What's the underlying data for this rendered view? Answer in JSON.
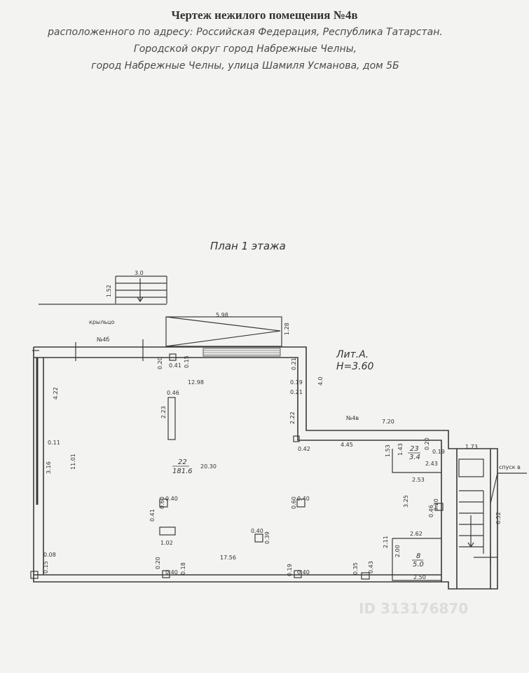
{
  "header": {
    "title": "Чертеж нежилого помещения №4в",
    "address_line1": "расположенного по адресу: Российская Федерация, Республика Татарстан.",
    "address_line2": "Городской округ город Набрежные Челны,",
    "address_line3": "город Набрежные Челны, улица Шамиля Усманова, дом 5Б"
  },
  "plan": {
    "title": "План 1 этажа",
    "lit": "Лит.А.",
    "height": "H=3.60",
    "porch": "крыльцо",
    "descent": "спуск в",
    "room_4b": "№4б",
    "room_4v": "№4в",
    "rooms": {
      "main_no": "22",
      "main_area": "181.6",
      "small_no": "23",
      "small_area": "3.4",
      "corner_no": "8",
      "corner_area": "5.0"
    },
    "dims": {
      "stair_w": "3.0",
      "stair_h": "1.52",
      "ramp_w": "5.98",
      "ramp_h": "1.28",
      "d_020a": "0.20",
      "d_041a": "0.41",
      "d_015": "0.15",
      "d_1298": "12.98",
      "d_021a": "0.21",
      "d_019a": "0.19",
      "d_021b": "0.21",
      "d_40": "4.0",
      "d_046": "0.46",
      "d_223": "2.23",
      "d_222": "2.22",
      "d_042": "0.42",
      "d_422": "4.22",
      "d_011": "0.11",
      "d_316": "3.16",
      "d_1101": "11.01",
      "d_720": "7.20",
      "d_445": "4.45",
      "d_153": "1.53",
      "d_143": "1.43",
      "d_020b": "0.20",
      "d_019b": "0.19",
      "d_243": "2.43",
      "d_253": "2.53",
      "d_173": "1.73",
      "d_2030": "20.30",
      "d_060a": "0.60",
      "d_040a": "0.40",
      "d_060b": "0.60",
      "d_040b": "0.40",
      "d_325": "3.25",
      "d_020c": "0.20",
      "d_046b": "0.46",
      "d_652": "6.52",
      "d_041b": "0.41",
      "d_102": "1.02",
      "d_040c": "0.40",
      "d_039": "0.39",
      "d_262": "2.62",
      "d_211": "2.11",
      "d_200": "2.00",
      "d_008": "0.08",
      "d_015b": "0.15",
      "d_1756": "17.56",
      "d_020d": "0.20",
      "d_040d": "0.40",
      "d_018": "0.18",
      "d_019c": "0.19",
      "d_040e": "0.40",
      "d_035": "0.35",
      "d_043": "0.43",
      "d_250": "2.50"
    }
  },
  "watermark": "ID 313176870"
}
